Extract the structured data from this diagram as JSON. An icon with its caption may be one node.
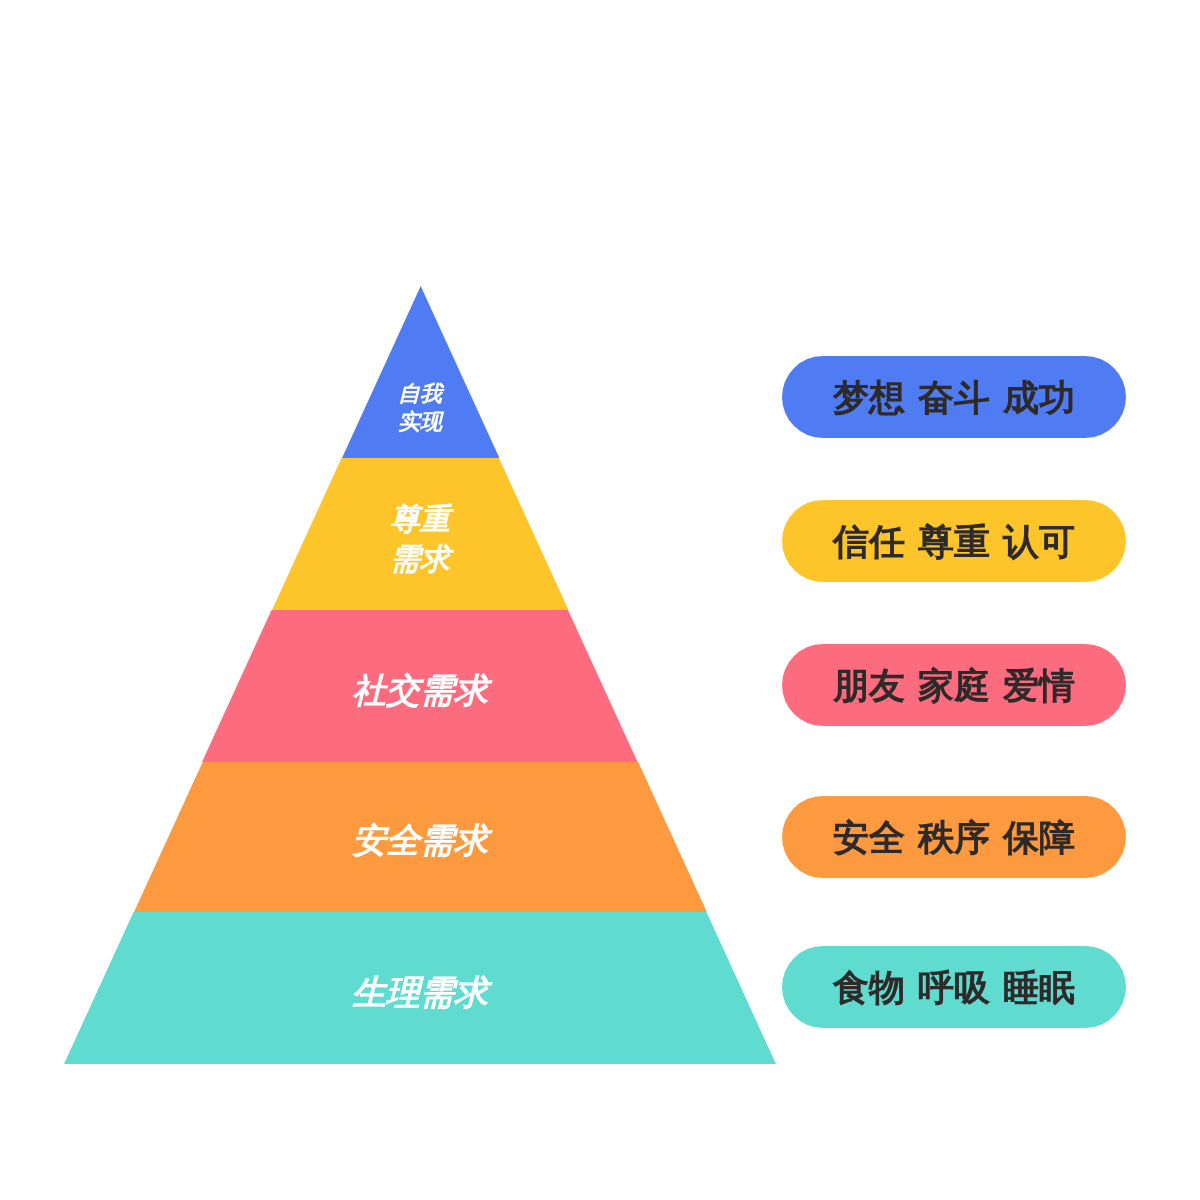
{
  "diagram": {
    "nodes": [
      {
        "text": [
          "自我实现"
        ]
      },
      {
        "text": [
          "尊重需求"
        ]
      },
      {
        "text": [
          "社交需求"
        ]
      },
      {
        "text": [
          "安全需求"
        ]
      },
      {
        "text": [
          "生理需求"
        ]
      },
      {
        "text": [
          "梦想 奋斗 成功"
        ]
      },
      {
        "text": [
          "信任 尊重 认可"
        ]
      },
      {
        "text": [
          "朋友 家庭 爱情"
        ]
      },
      {
        "text": [
          "安全 秩序 保障"
        ]
      },
      {
        "text": [
          "食物 呼吸 睡眠"
        ]
      }
    ]
  }
}
